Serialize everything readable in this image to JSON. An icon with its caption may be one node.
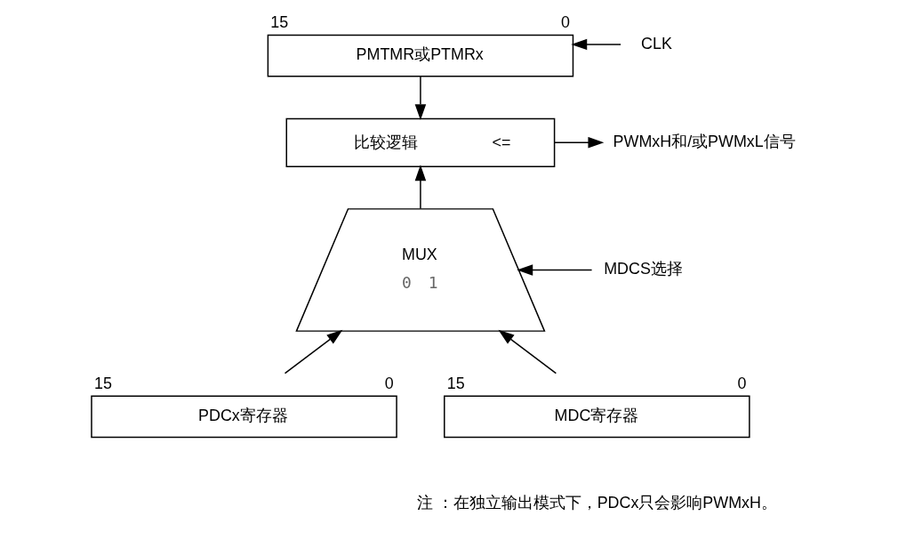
{
  "diagram": {
    "nodes": [
      {
        "text": [
          "PMTMR或PTMRx"
        ],
        "beside": [
          "15",
          "0"
        ]
      },
      {
        "text": [
          "CLK"
        ]
      },
      {
        "text": [
          "比较逻辑",
          "<="
        ]
      },
      {
        "text": [
          "PWMxH和/或PWMxL信号"
        ]
      },
      {
        "text": [
          "MUX",
          "0",
          "1"
        ]
      },
      {
        "text": [
          "MDCS选择"
        ]
      },
      {
        "text": [
          "PDCx寄存器"
        ],
        "beside": [
          "15",
          "0"
        ]
      },
      {
        "text": [
          "MDC寄存器"
        ],
        "beside": [
          "15",
          "0"
        ]
      }
    ],
    "edges": [
      {
        "from": 1,
        "to": 0,
        "arrow": "to"
      },
      {
        "from": 0,
        "to": 2,
        "arrow": "to"
      },
      {
        "from": 2,
        "to": 3,
        "arrow": "to"
      },
      {
        "from": 4,
        "to": 2,
        "arrow": "to"
      },
      {
        "from": 5,
        "to": 4,
        "arrow": "to"
      },
      {
        "from": 6,
        "to": 4,
        "arrow": "to"
      },
      {
        "from": 7,
        "to": 4,
        "arrow": "to"
      }
    ],
    "labels": [
      "注 ：在独立输出模式下，PDCx只会影响PWMxH。"
    ]
  }
}
